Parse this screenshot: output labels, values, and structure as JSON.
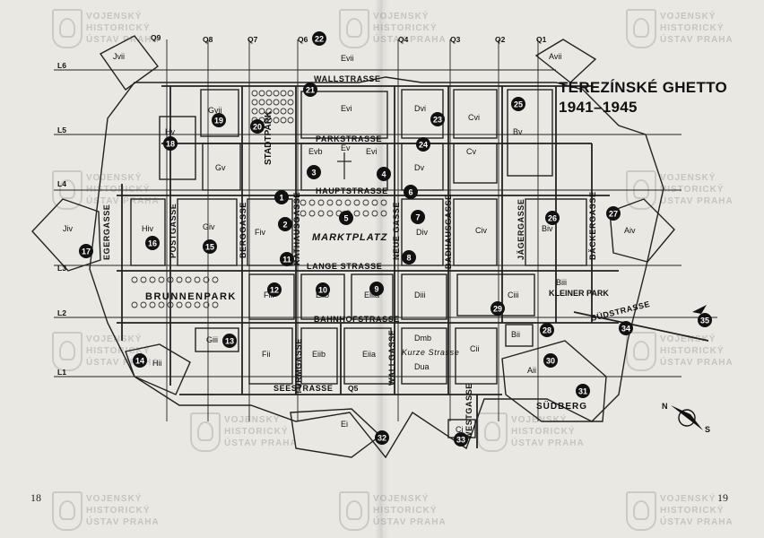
{
  "title": {
    "line1": "TEREZÍNSKÉ GHETTO",
    "line2": "1941–1945"
  },
  "page_numbers": {
    "left": "18",
    "right": "19"
  },
  "watermark": {
    "line1": "VOJENSKÝ",
    "line2": "HISTORICKÝ",
    "line3": "ÚSTAV PRAHA"
  },
  "streets": {
    "wallstrasse": "WALLSTRASSE",
    "parkstrasse": "PARKSTRASSE",
    "hauptstrasse": "HAUPTSTRASSE",
    "lange_strasse": "LANGE STRASSE",
    "bahnhofstrasse": "BAHNHOFSTRASSE",
    "seestrasse": "SEESTRASSE",
    "suedstrasse": "SÜDSTRASSE",
    "kurze_strasse": "Kurze Strasse",
    "egergasse": "EGERGASSE",
    "postgasse": "POSTGASSE",
    "berggasse": "BERGGASSE",
    "rathausgasse": "RATHAUSGASSE",
    "neue_gasse": "NEUE GASSE",
    "badhausgasse": "BADHAUSGASSE",
    "jaegergasse": "JÄGERGASSE",
    "baeckergasse": "BÄCKERGASSE",
    "turmgasse": "TURMGASSE",
    "wallgasse": "WALLGASSE",
    "westgasse": "WESTGASSE"
  },
  "areas": {
    "stadtpark": "STADTPARK",
    "marktplatz": "MARKTPLATZ",
    "brunnenpark": "BRUNNENPARK",
    "kleiner_park": "KLEINER PARK",
    "suedberg": "SÜDBERG"
  },
  "q_labels": [
    "Q9",
    "Q8",
    "Q7",
    "Q6",
    "Q4",
    "Q3",
    "Q2",
    "Q1",
    "Q5"
  ],
  "l_labels": [
    "L6",
    "L5",
    "L4",
    "L3",
    "L2",
    "L1"
  ],
  "blocks": [
    "Jvii",
    "Evii",
    "Avii",
    "Gvii",
    "Evi",
    "Dvi",
    "Cvi",
    "Hv",
    "Ev",
    "Evb",
    "Evi",
    "Gv",
    "Dv",
    "Cv",
    "Bv",
    "Jiv",
    "Hiv",
    "Giv",
    "Fiv",
    "Div",
    "Civ",
    "Biv",
    "Aiv",
    "Eiiia",
    "Diii",
    "Ciii",
    "Biii",
    "Fiii",
    "Eiib",
    "Giii",
    "Hii",
    "Fii",
    "Eiib",
    "Eiia",
    "Dmb",
    "Dua",
    "Cii",
    "Bii",
    "Aii",
    "Ei",
    "Ci"
  ],
  "markers": [
    "1",
    "2",
    "3",
    "4",
    "5",
    "6",
    "7",
    "8",
    "9",
    "10",
    "11",
    "12",
    "13",
    "14",
    "15",
    "16",
    "17",
    "18",
    "19",
    "20",
    "21",
    "22",
    "23",
    "24",
    "25",
    "26",
    "27",
    "28",
    "29",
    "30",
    "31",
    "32",
    "33",
    "34",
    "35"
  ],
  "compass": {
    "n": "N",
    "s": "S"
  }
}
